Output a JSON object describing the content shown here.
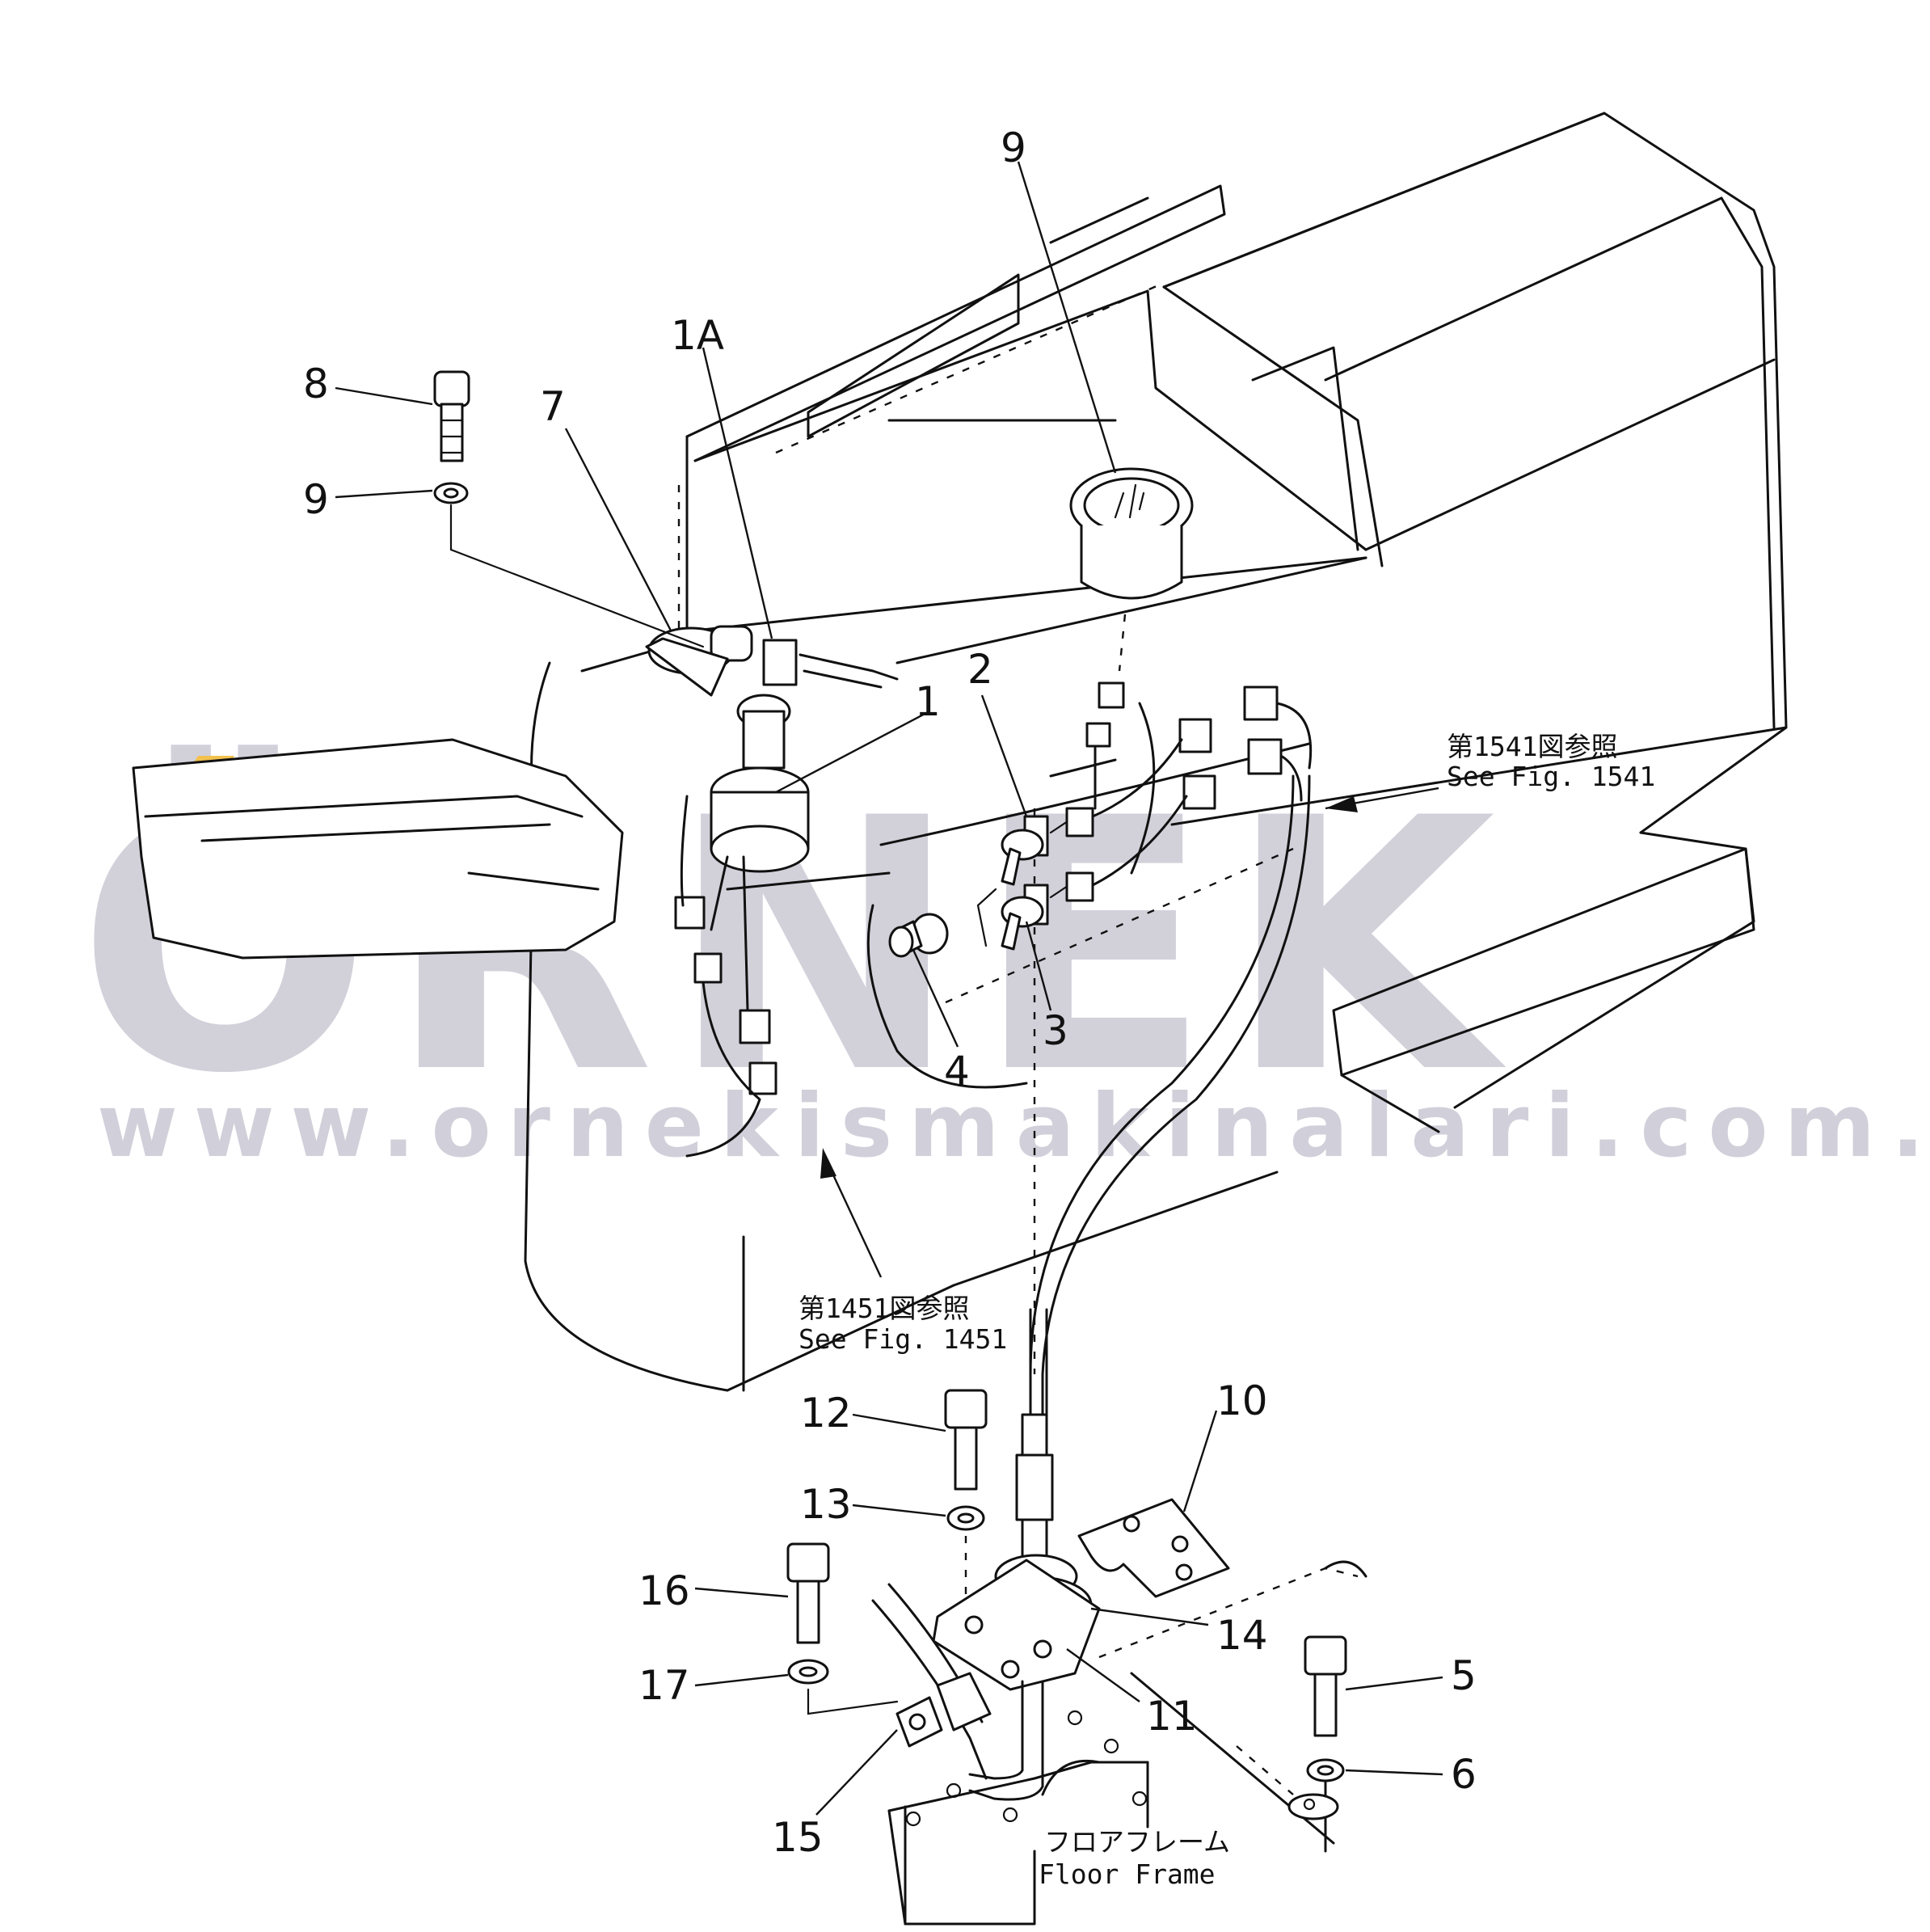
{
  "watermark": {
    "brand": "ÖRNEK",
    "url": "www.ornekismakinalari.com.tr",
    "accent_color": "#f2c14e",
    "text_color": "#c9c7d3"
  },
  "callouts": [
    "1",
    "1A",
    "2",
    "3",
    "4",
    "5",
    "6",
    "7",
    "8",
    "9",
    "9",
    "10",
    "11",
    "12",
    "13",
    "14",
    "15",
    "16",
    "17"
  ],
  "references": {
    "fig1541_jp": "第1541図参照",
    "fig1541_en": "See Fig. 1541",
    "fig1451_jp": "第1451図参照",
    "fig1451_en": "See Fig. 1451",
    "floor_jp": "フロアフレーム",
    "floor_en": "Floor Frame"
  }
}
